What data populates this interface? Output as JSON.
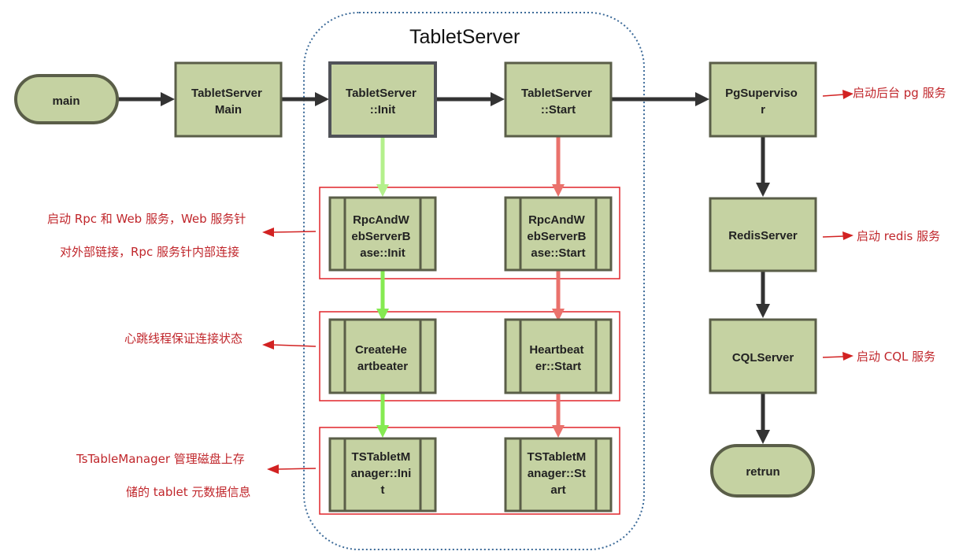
{
  "group_title": "TabletServer",
  "nodes": {
    "main": "main",
    "tabletservermain": [
      "TabletServer",
      "Main"
    ],
    "init": [
      "TabletServer",
      "::Init"
    ],
    "start": [
      "TabletServer",
      "::Start"
    ],
    "pgsupervisor": [
      "PgSuperviso",
      "r"
    ],
    "redisserver": "RedisServer",
    "cqlserver": "CQLServer",
    "retrun": "retrun",
    "rpc_init": [
      "RpcAndW",
      "ebServerB",
      "ase::Init"
    ],
    "rpc_start": [
      "RpcAndW",
      "ebServerB",
      "ase::Start"
    ],
    "hb_create": [
      "CreateHe",
      "artbeater"
    ],
    "hb_start": [
      "Heartbeat",
      "er::Start"
    ],
    "ts_init": [
      "TSTabletM",
      "anager::Ini",
      "t"
    ],
    "ts_start": [
      "TSTabletM",
      "anager::St",
      "art"
    ]
  },
  "annotations": {
    "pg": "启动后台 pg 服务",
    "redis": "启动 redis 服务",
    "cql": "启动 CQL 服务",
    "rpc_line1": "启动 Rpc 和 Web 服务，Web 服务针",
    "rpc_line2": "对外部链接，Rpc 服务针内部连接",
    "heartbeat": "心跳线程保证连接状态",
    "ts_line1": "TsTableManager 管理磁盘上存",
    "ts_line2": "储的 tablet 元数据信息"
  },
  "colors": {
    "node_fill": "#c5d2a2",
    "node_stroke": "#5a5e48",
    "arrow_dark": "#333333",
    "arrow_green_light": "#b4f08c",
    "arrow_green": "#86ea52",
    "arrow_red": "#ea726c",
    "annotation_red": "#d22222",
    "group_border": "#3d6b99"
  }
}
